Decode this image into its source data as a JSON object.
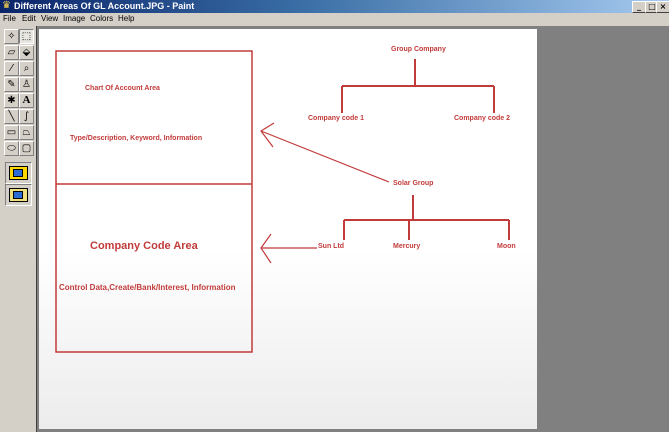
{
  "window": {
    "title": "Different Areas Of GL Account.JPG - Paint",
    "app_icon": "paint-app-icon",
    "controls": {
      "minimize": "_",
      "maximize": "□",
      "close": "×"
    }
  },
  "menu": [
    {
      "label": "File",
      "key": "F"
    },
    {
      "label": "Edit",
      "key": "E"
    },
    {
      "label": "View",
      "key": "V"
    },
    {
      "label": "Image",
      "key": "I"
    },
    {
      "label": "Colors",
      "key": "C"
    },
    {
      "label": "Help",
      "key": "H"
    }
  ],
  "toolbox": {
    "tools": [
      {
        "name": "free-form-select",
        "glyph": "✧"
      },
      {
        "name": "select",
        "glyph": "⬚"
      },
      {
        "name": "eraser",
        "glyph": "▱"
      },
      {
        "name": "fill-with-color",
        "glyph": "⬙"
      },
      {
        "name": "pick-color",
        "glyph": "⁄"
      },
      {
        "name": "magnifier",
        "glyph": "⌕"
      },
      {
        "name": "pencil",
        "glyph": "✎"
      },
      {
        "name": "brush",
        "glyph": "♙"
      },
      {
        "name": "airbrush",
        "glyph": "✱"
      },
      {
        "name": "text",
        "glyph": "A"
      },
      {
        "name": "line",
        "glyph": "╲"
      },
      {
        "name": "curve",
        "glyph": "∫"
      },
      {
        "name": "rectangle",
        "glyph": "▭"
      },
      {
        "name": "polygon",
        "glyph": "⏢"
      },
      {
        "name": "ellipse",
        "glyph": "⬭"
      },
      {
        "name": "rounded-rectangle",
        "glyph": "▢"
      }
    ],
    "options": [
      "transparent-off",
      "transparent-on"
    ]
  },
  "diagram": {
    "color": "#c23b3b",
    "chart_of_account_area": "Chart Of Account Area",
    "type_description": "Type/Description, Keyword, Information",
    "company_code_area": "Company Code Area",
    "control_data": "Control Data,Create/Bank/Interest, Information",
    "group_company": "Group Company",
    "company_code_1": "Company code 1",
    "company_code_2": "Company code 2",
    "solar_group": "Solar Group",
    "sun_ltd": "Sun Ltd",
    "mercury": "Mercury",
    "moon": "Moon"
  }
}
